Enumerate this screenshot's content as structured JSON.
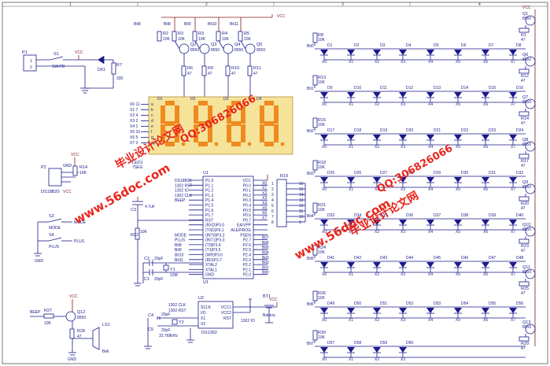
{
  "frame": {
    "cols": [
      "1",
      "2",
      "3",
      "4"
    ]
  },
  "power": {
    "vcc": "VCC",
    "gnd": "GND"
  },
  "transistors_top": [
    {
      "label": "Q2",
      "part": "8550",
      "base_r": "R3",
      "base_r_val": "10K",
      "line": "Bit8",
      "coll_r": "R6",
      "coll_val": "47"
    },
    {
      "label": "Q3",
      "part": "8550",
      "base_r": "R3",
      "base_r_val": "10K",
      "line": "Bit9",
      "coll_r": "R9",
      "coll_val": "47"
    },
    {
      "label": "Q4",
      "part": "8550",
      "base_r": "R4",
      "base_r_val": "10K",
      "line": "Bit10",
      "coll_r": "R10",
      "coll_val": "47"
    },
    {
      "label": "Q5",
      "part": "8550",
      "base_r": "R5",
      "base_r_val": "10K",
      "line": "Bit11",
      "coll_r": "R11",
      "coll_val": "47"
    }
  ],
  "misc_top": {
    "r2": "R2",
    "r2_val": "10K",
    "bit8": "Bit8"
  },
  "power_in": {
    "p1": "P1",
    "s1": "S1",
    "s1_part": "SW-PB",
    "d61": "D61",
    "r7": "R7",
    "r7_val": "330",
    "vcc": "VCC",
    "pin1": "1",
    "pin2": "2"
  },
  "display": {
    "label": "LED1",
    "part": "7SEG",
    "digits": [
      "8",
      "8",
      "8",
      "8"
    ],
    "pins": [
      "X0 11",
      "X1 7",
      "X2 4",
      "X3 2",
      "X4 1",
      "X5 10",
      "X6 5",
      "X7 3"
    ],
    "seg_names": [
      "a",
      "b",
      "c",
      "d",
      "e",
      "f",
      "g",
      "dp"
    ],
    "com": [
      "D1",
      "D2",
      "D3",
      "D4"
    ]
  },
  "sensor": {
    "p2": "P2",
    "r14": "R14",
    "r14_val": "10K",
    "name": "DS18B20",
    "vcc": "VCC",
    "gnd": "GND"
  },
  "buttons": [
    {
      "ref": "S3",
      "label": "MODE"
    },
    {
      "ref": "S4",
      "label": "PLUS"
    }
  ],
  "mcu": {
    "ref": "U1",
    "left_pins": [
      "P1.0",
      "P1.1",
      "P1.2",
      "P1.3",
      "P1.4",
      "P1.5",
      "P1.6",
      "P1.7",
      "RST",
      "(RXD)P3.0",
      "(TXD)P3.1",
      "(INT0)P3.2",
      "(INT1)P3.3",
      "(T0)P3.4",
      "(T1)P3.5",
      "(WR)P3.6",
      "(RD)P3.7",
      "XTAL2",
      "XTAL1",
      "GND"
    ],
    "left_nets": [
      "DS18B20",
      "1302 RST",
      "1302 IO",
      "1302 CLK",
      "BEEP",
      "",
      "",
      "",
      "",
      "",
      "",
      "MODE",
      "PLUS",
      "Bit8",
      "Bit9",
      "Bit10",
      "Bit11",
      "",
      "",
      ""
    ],
    "right_pins": [
      "VCC",
      "P0.0",
      "P0.1",
      "P0.2",
      "P0.3",
      "P0.4",
      "P0.5",
      "P0.6",
      "P0.7",
      "EA/VPP",
      "ALE/PROG",
      "PSEN",
      "P2.7",
      "P2.6",
      "P2.5",
      "P2.4",
      "P2.3",
      "P2.2",
      "P2.1",
      "P2.0"
    ],
    "right_nets": [
      "",
      "X0",
      "X1",
      "X2",
      "X3",
      "X4",
      "X5",
      "X6",
      "X7",
      "",
      "",
      "",
      "Bit7",
      "Bit6",
      "Bit5",
      "Bit4",
      "Bit3",
      "Bit2",
      "Bit1",
      "Bit0"
    ]
  },
  "r19": {
    "ref": "R19",
    "left": [
      "1",
      "2",
      "3",
      "4",
      "5",
      "6",
      "7",
      "8"
    ],
    "right": [
      "16",
      "15",
      "14",
      "13",
      "12",
      "11",
      "10",
      "9"
    ]
  },
  "reset": {
    "c": "C3",
    "c_val": "4.7uF",
    "r": "R22",
    "r_val": "10K"
  },
  "crystal": {
    "c2": "C2",
    "c2_val": "20pF",
    "c1": "C1",
    "c1_val": "20pF",
    "y": "Y1",
    "y_val": "12M"
  },
  "rtc": {
    "ref": "U2",
    "part": "DS1302",
    "left": [
      "SCLK",
      "I/O",
      "X1",
      "X2"
    ],
    "right": [
      "VCC1",
      "VCC2",
      "RST",
      ""
    ],
    "clk": "1302 CLK",
    "rst": "1302 RST",
    "io": "1302 IO",
    "c4": "C4",
    "c5": "C5",
    "c_val": "20pF",
    "y2": "Y2",
    "y2_val": "32.768kHz",
    "bt1": "BT1",
    "battery": "Battery",
    "vcc": "VCC"
  },
  "beeper": {
    "beep": "BEEP",
    "r27": "R27",
    "r27_val": "10K",
    "q12": "Q12",
    "q12_part": "8550",
    "r28": "R28",
    "r28_val": "47",
    "ls1": "LS1",
    "ls_part": "Bell",
    "vcc": "VCC"
  },
  "right_transistors": [
    {
      "ref": "Q1",
      "part": "8550",
      "r": "R1",
      "r_val": "47"
    },
    {
      "ref": "Q6",
      "part": "8550",
      "r": "R12",
      "r_val": "47"
    },
    {
      "ref": "Q7",
      "part": "8550",
      "r": "R14",
      "r_val": "47"
    },
    {
      "ref": "Q8",
      "part": "8550",
      "r": "R17",
      "r_val": "47"
    },
    {
      "ref": "Q9",
      "part": "8550",
      "r": "R20",
      "r_val": "47"
    },
    {
      "ref": "Q10",
      "part": "8550",
      "r": "R23",
      "r_val": "47"
    },
    {
      "ref": "Q11",
      "part": "8550",
      "r": "R25",
      "r_val": "47"
    },
    {
      "ref": "Q13",
      "part": "8550",
      "r": "R29",
      "r_val": "47"
    }
  ],
  "matrix": {
    "rows": [
      {
        "r": "R8",
        "r_val": "10K",
        "bit": "Bit0",
        "diodes": [
          "D1",
          "D2",
          "D3",
          "D4",
          "D5",
          "D6",
          "D7",
          "D8"
        ]
      },
      {
        "r": "R13",
        "r_val": "10K",
        "bit": "Bit1",
        "diodes": [
          "D9",
          "D10",
          "D11",
          "D12",
          "D13",
          "D14",
          "D15",
          "D16"
        ]
      },
      {
        "r": "R15",
        "r_val": "10K",
        "bit": "Bit2",
        "diodes": [
          "D17",
          "D18",
          "D19",
          "D20",
          "D21",
          "D22",
          "D23",
          "D24"
        ]
      },
      {
        "r": "R18",
        "r_val": "10K",
        "bit": "Bit3",
        "diodes": [
          "D25",
          "D26",
          "D27",
          "D28",
          "D29",
          "D30",
          "D31",
          "D32"
        ]
      },
      {
        "r": "R21",
        "r_val": "10K",
        "bit": "Bit4",
        "diodes": [
          "D33",
          "D34",
          "D35",
          "D36",
          "D37",
          "D38",
          "D39",
          "D40"
        ]
      },
      {
        "r": "R24",
        "r_val": "10K",
        "bit": "Bit5",
        "diodes": [
          "D41",
          "D42",
          "D43",
          "D44",
          "D45",
          "D46",
          "D47",
          "D48"
        ]
      },
      {
        "r": "R26",
        "r_val": "10K",
        "bit": "Bit6",
        "diodes": [
          "D49",
          "D50",
          "D51",
          "D52",
          "D53",
          "D54",
          "D55",
          "D56"
        ]
      },
      {
        "r": "R30",
        "r_val": "10K",
        "bit": "Bit7",
        "diodes": [
          "D57",
          "D58",
          "D59",
          "D60"
        ]
      }
    ],
    "x_labels": [
      "X0",
      "X1",
      "X2",
      "X3",
      "X4",
      "X5",
      "X6",
      "X7"
    ]
  },
  "watermarks": {
    "cn1": "毕业设计论文网",
    "qq1": "QQ:306826066",
    "url1": "www.56doc.com",
    "cn2": "毕业设计论文网",
    "qq2": "QQ:306826066",
    "url2": "www.56doc.com",
    "colors": {
      "red": "#e8261c",
      "blue": "#2a2ac8"
    }
  }
}
